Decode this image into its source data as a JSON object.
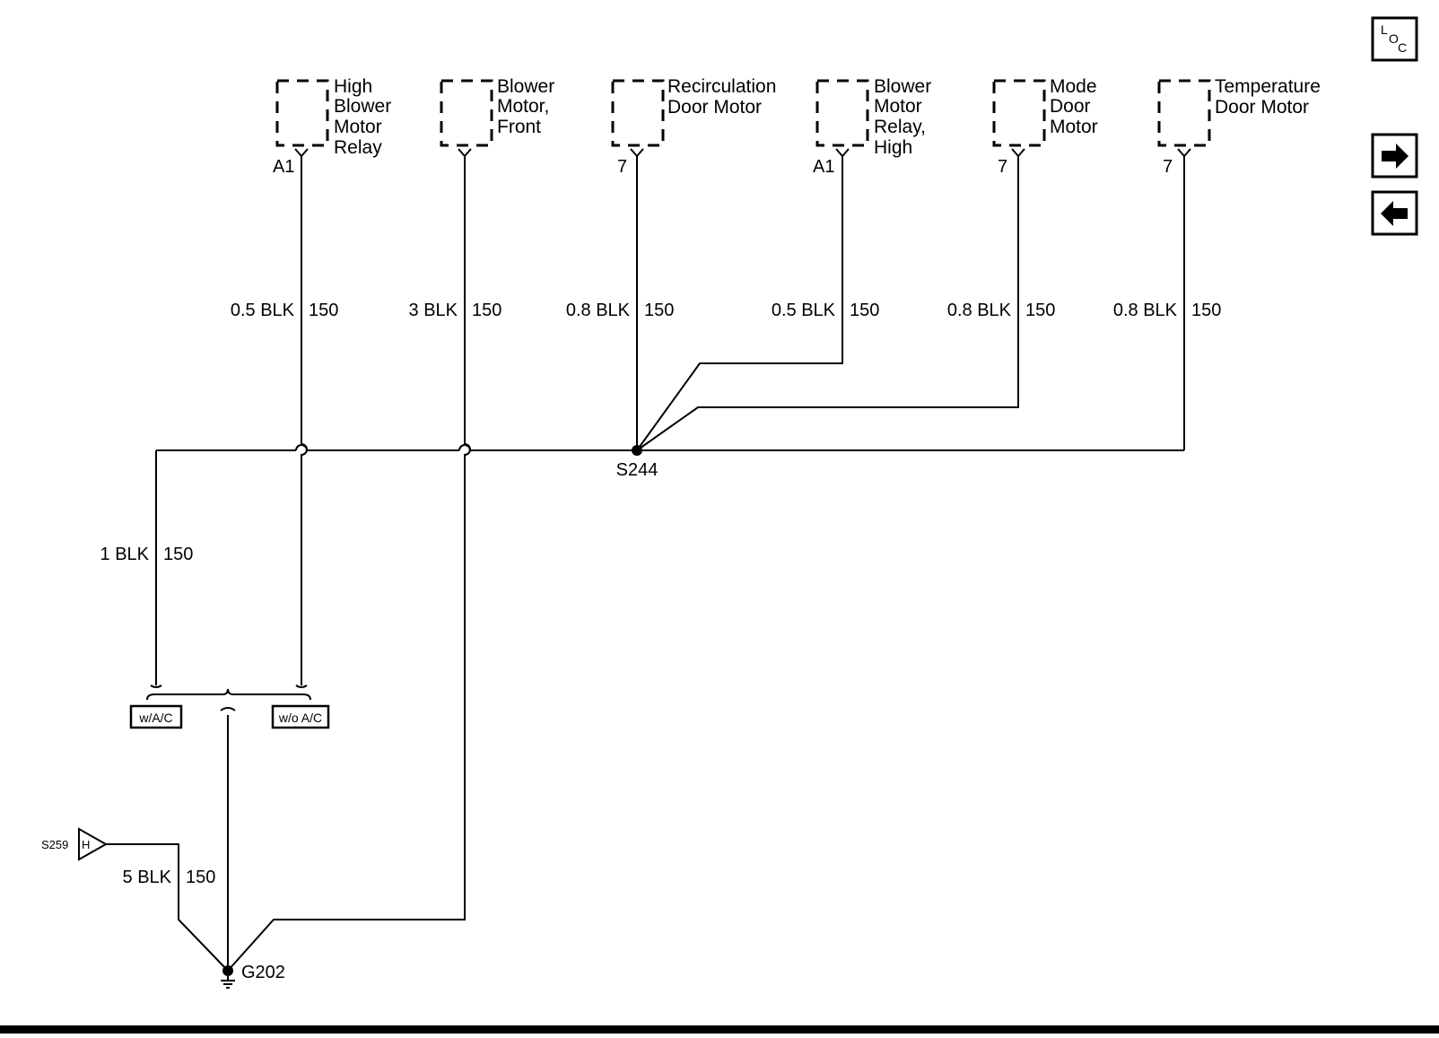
{
  "components": [
    {
      "name": "High Blower Motor Relay",
      "lines": [
        "High",
        "Blower",
        "Motor",
        "Relay"
      ],
      "pin": "A1"
    },
    {
      "name": "Blower Motor, Front",
      "lines": [
        "Blower",
        "Motor,",
        "Front"
      ],
      "pin": ""
    },
    {
      "name": "Recirculation Door Motor",
      "lines": [
        "Recirculation",
        "Door Motor"
      ],
      "pin": "7"
    },
    {
      "name": "Blower Motor Relay, High",
      "lines": [
        "Blower",
        "Motor",
        "Relay,",
        "High"
      ],
      "pin": "A1"
    },
    {
      "name": "Mode Door Motor",
      "lines": [
        "Mode",
        "Door",
        "Motor"
      ],
      "pin": "7"
    },
    {
      "name": "Temperature Door Motor",
      "lines": [
        "Temperature",
        "Door Motor"
      ],
      "pin": "7"
    }
  ],
  "wires": [
    {
      "spec": "0.5 BLK",
      "circuit": "150"
    },
    {
      "spec": "3 BLK",
      "circuit": "150"
    },
    {
      "spec": "0.8 BLK",
      "circuit": "150"
    },
    {
      "spec": "0.5 BLK",
      "circuit": "150"
    },
    {
      "spec": "0.8 BLK",
      "circuit": "150"
    },
    {
      "spec": "0.8 BLK",
      "circuit": "150"
    },
    {
      "spec": "1 BLK",
      "circuit": "150"
    },
    {
      "spec": "5 BLK",
      "circuit": "150"
    }
  ],
  "splices": {
    "main": "S244",
    "ground": "G202",
    "inline": "S259",
    "inline_pin": "H"
  },
  "options": {
    "with_ac": "w/A/C",
    "without_ac": "w/o A/C"
  },
  "nav": {
    "loc_top": "L",
    "loc_o": "O",
    "loc_c": "C",
    "next_icon": "arrow-right-icon",
    "prev_icon": "arrow-left-icon"
  }
}
